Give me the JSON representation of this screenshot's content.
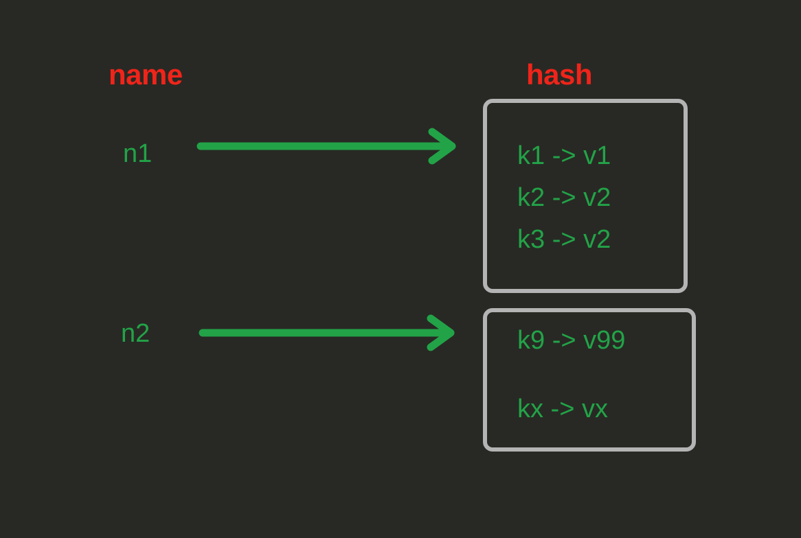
{
  "diagram": {
    "background_color": "#282924",
    "accent_heading_color": "#f0241a",
    "accent_text_color": "#22a348",
    "box_border_color": "#b4b4b4",
    "arrow_color": "#22a348",
    "columns": [
      {
        "id": "name",
        "label": "name"
      },
      {
        "id": "hash",
        "label": "hash"
      }
    ],
    "rows": [
      {
        "id": "n1",
        "label": "n1",
        "arrow": {
          "icon": "arrow-right-icon"
        },
        "entries": [
          {
            "key": "k1",
            "op": "->",
            "value": "v1",
            "text": "k1 -> v1"
          },
          {
            "key": "k2",
            "op": "->",
            "value": "v2",
            "text": "k2 -> v2"
          },
          {
            "key": "k3",
            "op": "->",
            "value": "v2",
            "text": "k3 -> v2"
          }
        ]
      },
      {
        "id": "n2",
        "label": "n2",
        "arrow": {
          "icon": "arrow-right-icon"
        },
        "entries": [
          {
            "key": "k9",
            "op": "->",
            "value": "v99",
            "text": "k9 -> v99"
          },
          {
            "key": "kx",
            "op": "->",
            "value": "vx",
            "text": "kx -> vx"
          }
        ]
      }
    ]
  }
}
